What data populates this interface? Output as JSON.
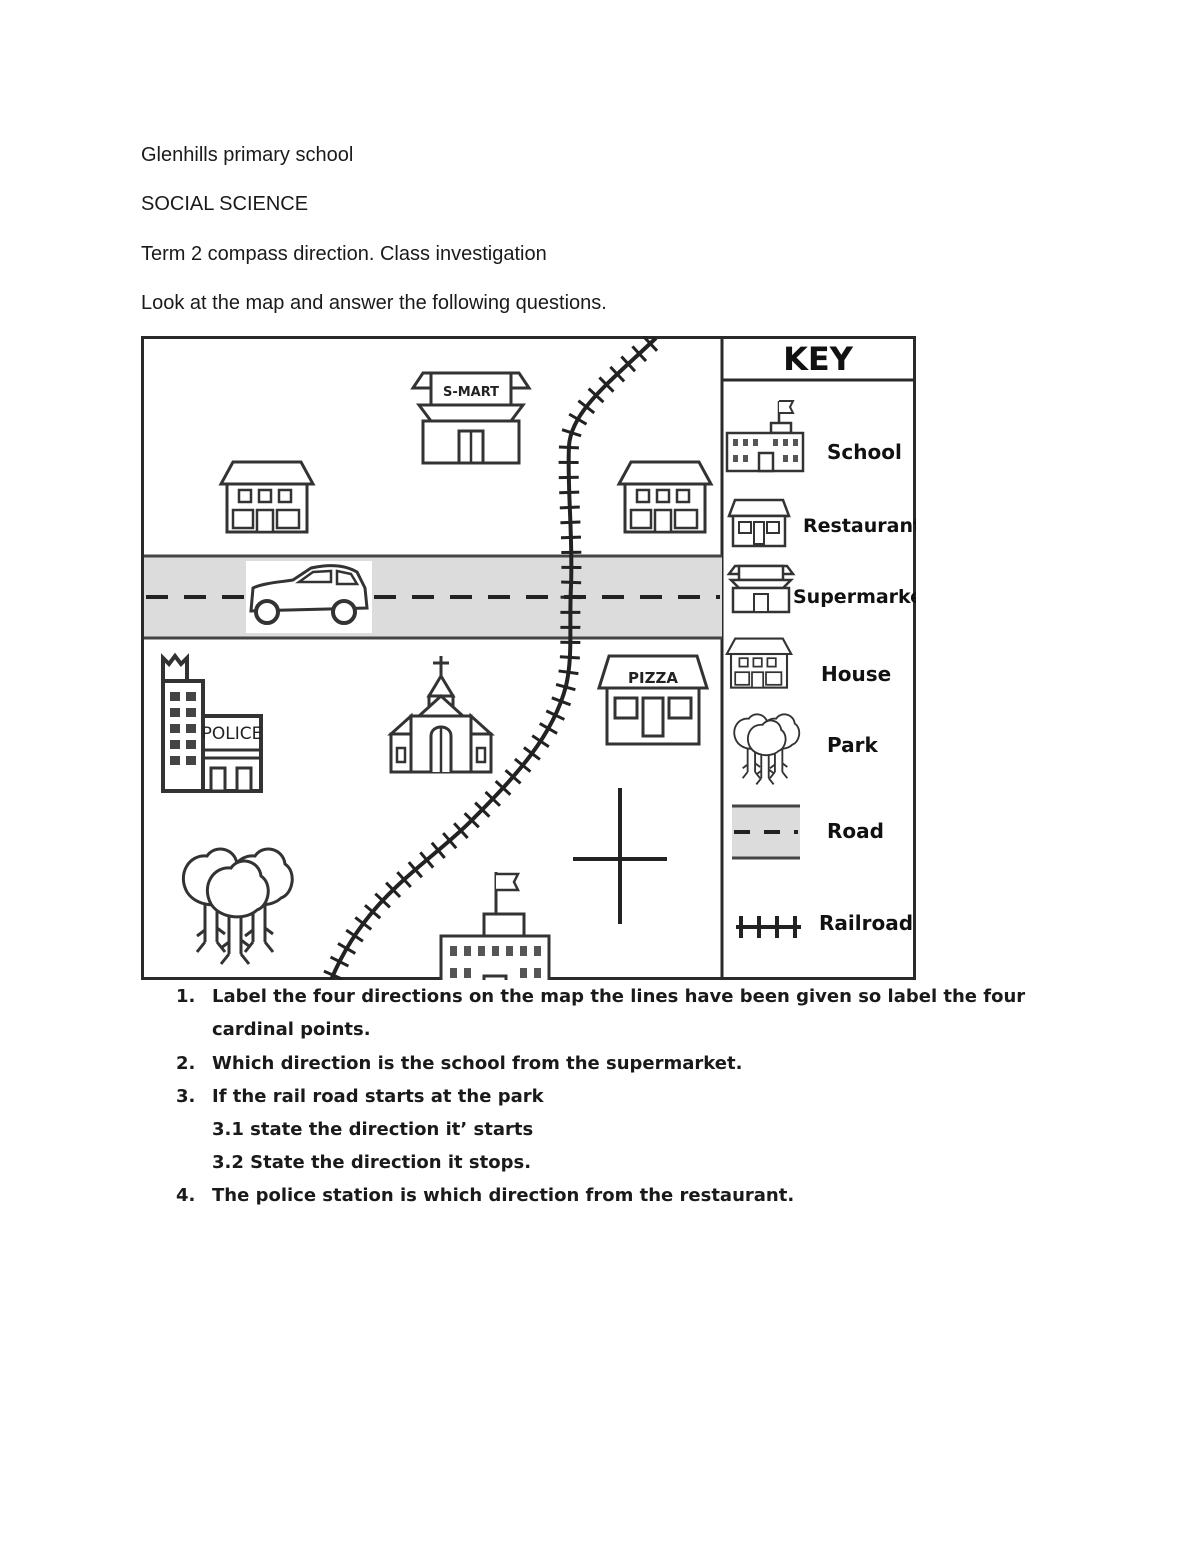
{
  "header": {
    "school": "Glenhills primary school",
    "subject": "SOCIAL SCIENCE",
    "task": "Term 2 compass direction. Class investigation",
    "instruction": "Look at the map and answer the following questions."
  },
  "map": {
    "supermarket_sign": "S-MART",
    "restaurant_sign": "PIZZA",
    "police_sign": "POLICE",
    "key": {
      "title": "KEY",
      "items": [
        "School",
        "Restaurant",
        "Supermarket",
        "House",
        "Park",
        "Road",
        "Railroad"
      ]
    }
  },
  "questions": [
    {
      "number": "1.",
      "text": "Label the four directions on the map the lines have been given so label the four",
      "continuation": "cardinal points."
    },
    {
      "number": "2.",
      "text": "Which direction is the school from the supermarket."
    },
    {
      "number": "3.",
      "text": "If the rail road starts at the park",
      "sub": [
        "3.1 state the direction it’ starts",
        "3.2 State the direction it stops."
      ]
    },
    {
      "number": "4.",
      "text": "The police station is which direction from the restaurant."
    }
  ]
}
